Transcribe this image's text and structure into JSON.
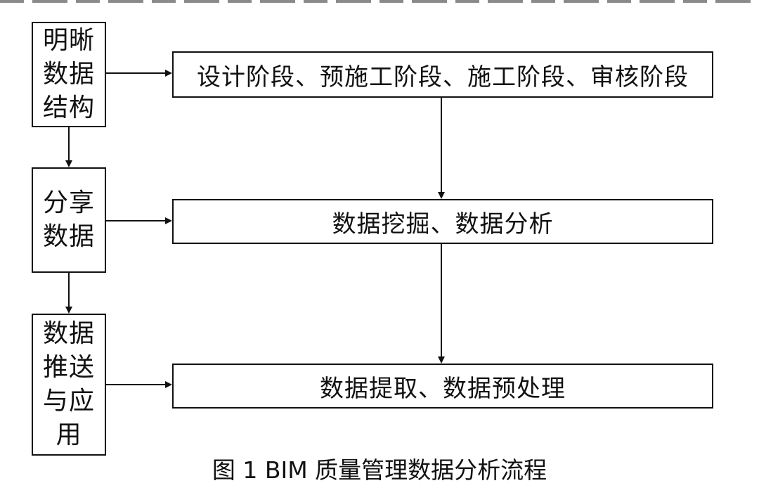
{
  "left_steps": [
    {
      "lines": [
        "明晰",
        "数据",
        "结构"
      ]
    },
    {
      "lines": [
        "分享",
        "数据"
      ]
    },
    {
      "lines": [
        "数据",
        "推送",
        "与应",
        "用"
      ]
    }
  ],
  "right_steps": [
    {
      "label": "设计阶段、预施工阶段、施工阶段、审核阶段"
    },
    {
      "label": "数据挖掘、数据分析"
    },
    {
      "label": "数据提取、数据预处理"
    }
  ],
  "caption": "图 1  BIM 质量管理数据分析流程",
  "colors": {
    "stroke": "#111111",
    "background": "#ffffff"
  }
}
